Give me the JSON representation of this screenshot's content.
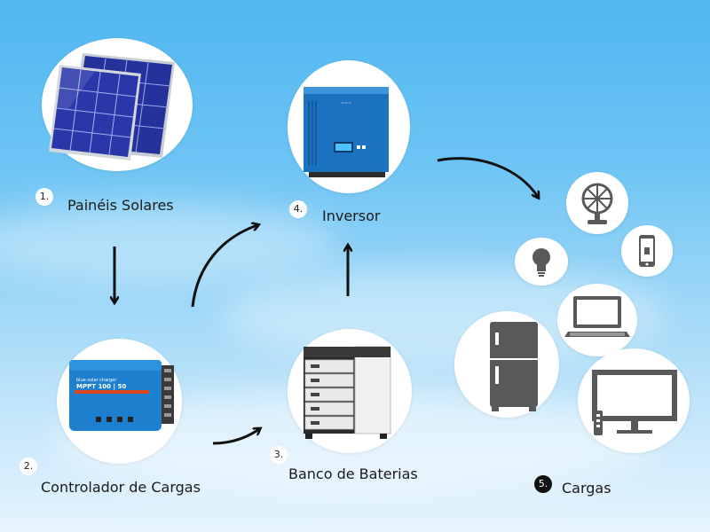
{
  "steps": [
    {
      "number": "1.",
      "label": "Painéis Solares",
      "icon": "solar-panel-icon"
    },
    {
      "number": "2.",
      "label": "Controlador de Cargas",
      "icon": "charge-controller-icon"
    },
    {
      "number": "3.",
      "label": "Banco de Baterias",
      "icon": "battery-bank-icon"
    },
    {
      "number": "4.",
      "label": "Inversor",
      "icon": "inverter-icon"
    },
    {
      "number": "5.",
      "label": "Cargas",
      "icon": "loads-icon"
    }
  ],
  "controller_text": {
    "line1": "blue solar charger",
    "line2": "MPPT 100 | 50"
  },
  "loads": [
    "fan-icon",
    "light-bulb-icon",
    "smartphone-icon",
    "laptop-icon",
    "refrigerator-icon",
    "television-icon"
  ],
  "colors": {
    "sky": "#4fb6f0",
    "icon_gray": "#58595b",
    "device_blue": "#1a7bc4"
  }
}
